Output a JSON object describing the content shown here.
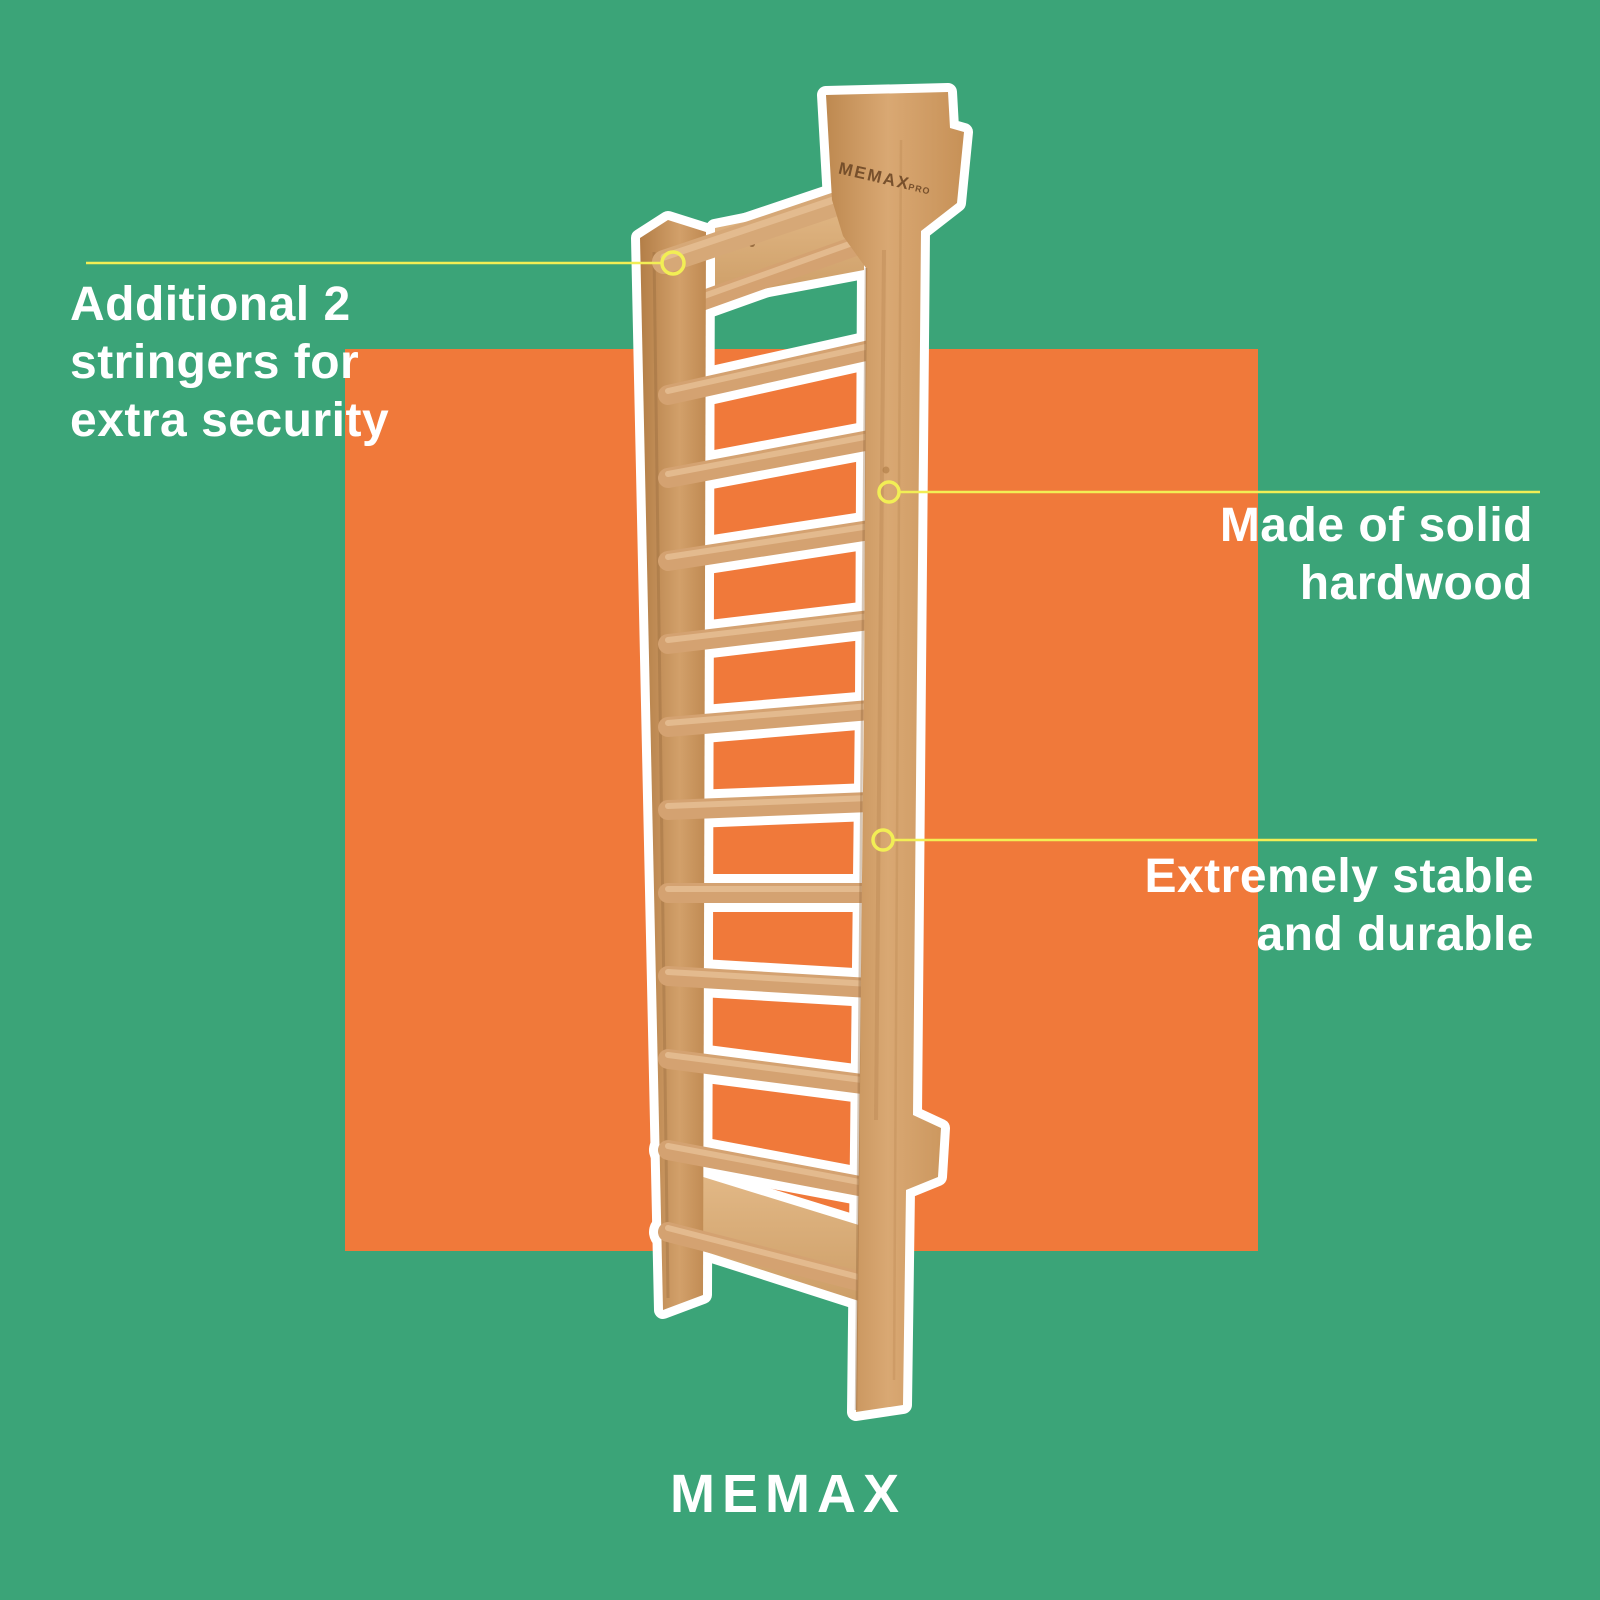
{
  "page": {
    "type": "product-infographic"
  },
  "colors": {
    "background": "#3BA478",
    "panel": "#F0793A",
    "line": "#F2EE55",
    "text": "#FFFFFF"
  },
  "callouts": {
    "stringers": {
      "text": "Additional 2\nstringers for\nextra security"
    },
    "hardwood": {
      "text": "Made of solid\nhardwood"
    },
    "stable": {
      "text": "Extremely stable\nand durable"
    }
  },
  "product": {
    "brand_stamp": "MEMAX",
    "brand_stamp_sub": "PRO"
  },
  "footer": {
    "brand": "MEMAX"
  }
}
